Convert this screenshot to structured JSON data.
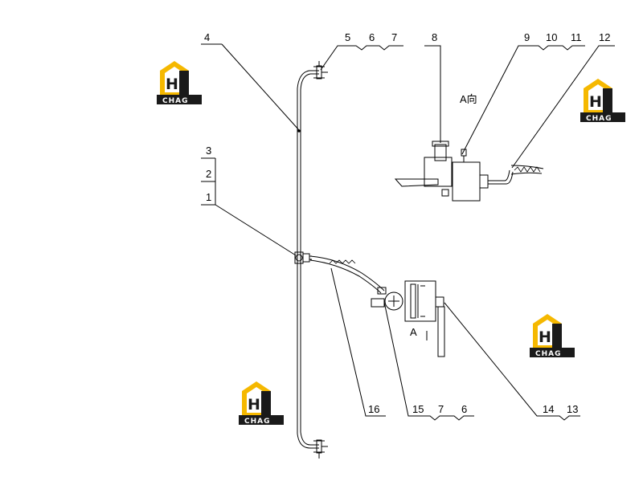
{
  "callouts": {
    "c1": "1",
    "c2": "2",
    "c3": "3",
    "c4": "4",
    "c5": "5",
    "c6a": "6",
    "c7a": "7",
    "c8": "8",
    "c9": "9",
    "c10": "10",
    "c11": "11",
    "c12": "12",
    "c13": "13",
    "c14": "14",
    "c15": "15",
    "c7b": "7",
    "c6b": "6",
    "c16": "16"
  },
  "view_labels": {
    "view_a": "A向",
    "section_a": "A"
  },
  "logo": {
    "mark": "H3",
    "text": "CHAG",
    "colors": {
      "yellow": "#f5b800",
      "dark": "#1a1a1a",
      "orange": "#e8a000"
    }
  }
}
